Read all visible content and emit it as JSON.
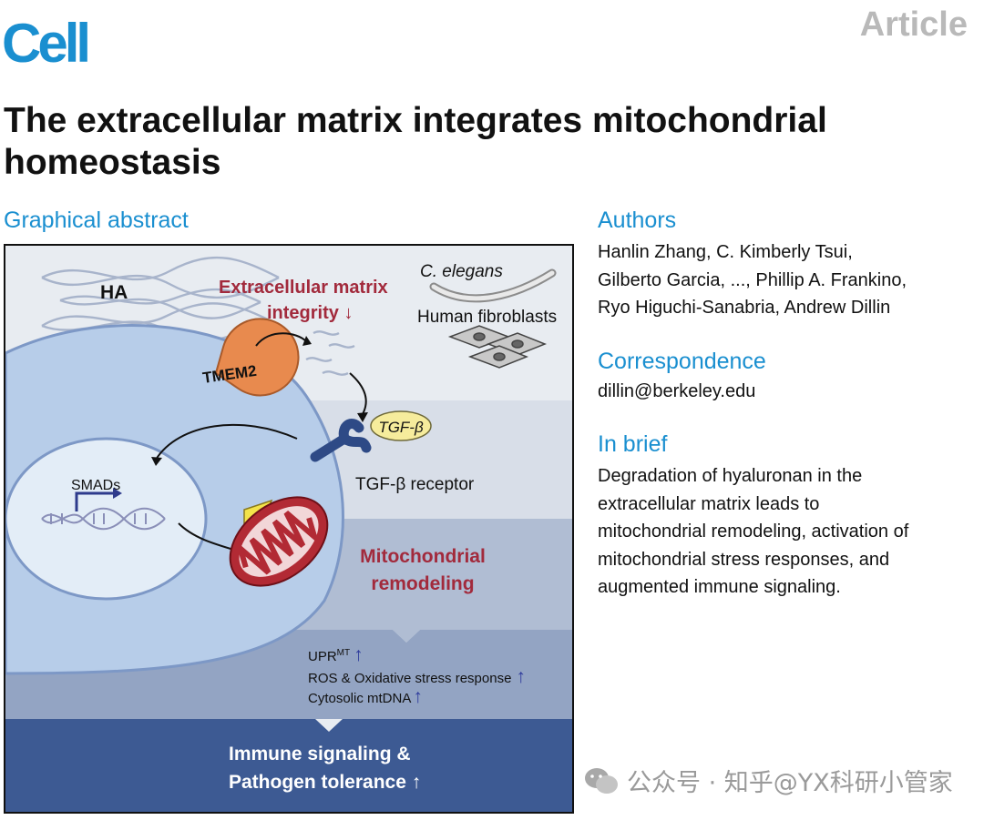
{
  "header": {
    "journal": "Cell",
    "article_type": "Article"
  },
  "title": "The extracellular matrix integrates mitochondrial homeostasis",
  "graphical_abstract": {
    "heading": "Graphical abstract",
    "ha": "HA",
    "ecm_line1": "Extracellular matrix",
    "ecm_line2": "integrity",
    "c_elegans": "C. elegans",
    "fibroblasts": "Human fibroblasts",
    "tmem2": "TMEM2",
    "tgfb": "TGF-β",
    "tgfb_receptor": "TGF-β receptor",
    "smads": "SMADs",
    "mito_line1": "Mitochondrial",
    "mito_line2": "remodeling",
    "upr": "UPR",
    "upr_sup": "MT",
    "ros": "ROS & Oxidative stress response",
    "mtdna": "Cytosolic mtDNA",
    "immune_line1": "Immune signaling &",
    "immune_line2": "Pathogen tolerance",
    "down_arrow": "↓",
    "up_arrow": "↑",
    "colors": {
      "frame_bg": "#e8ecf1",
      "cell": "#b7cde9",
      "nucleus": "#e3edf7",
      "mito": "#b22a34",
      "dark_band": "#3d5a93"
    }
  },
  "authors": {
    "heading": "Authors",
    "line1": "Hanlin Zhang, C. Kimberly Tsui,",
    "line2": "Gilberto Garcia, ..., Phillip A. Frankino,",
    "line3": "Ryo Higuchi-Sanabria, Andrew Dillin"
  },
  "correspondence": {
    "heading": "Correspondence",
    "email": "dillin@berkeley.edu"
  },
  "in_brief": {
    "heading": "In brief",
    "line1": "Degradation of hyaluronan in the",
    "line2": "extracellular matrix leads to",
    "line3": "mitochondrial remodeling, activation of",
    "line4": "mitochondrial stress responses, and",
    "line5": "augmented immune signaling."
  },
  "watermark": {
    "icon": "wechat-icon",
    "text": "公众号 · 知乎@YX科研小管家"
  }
}
